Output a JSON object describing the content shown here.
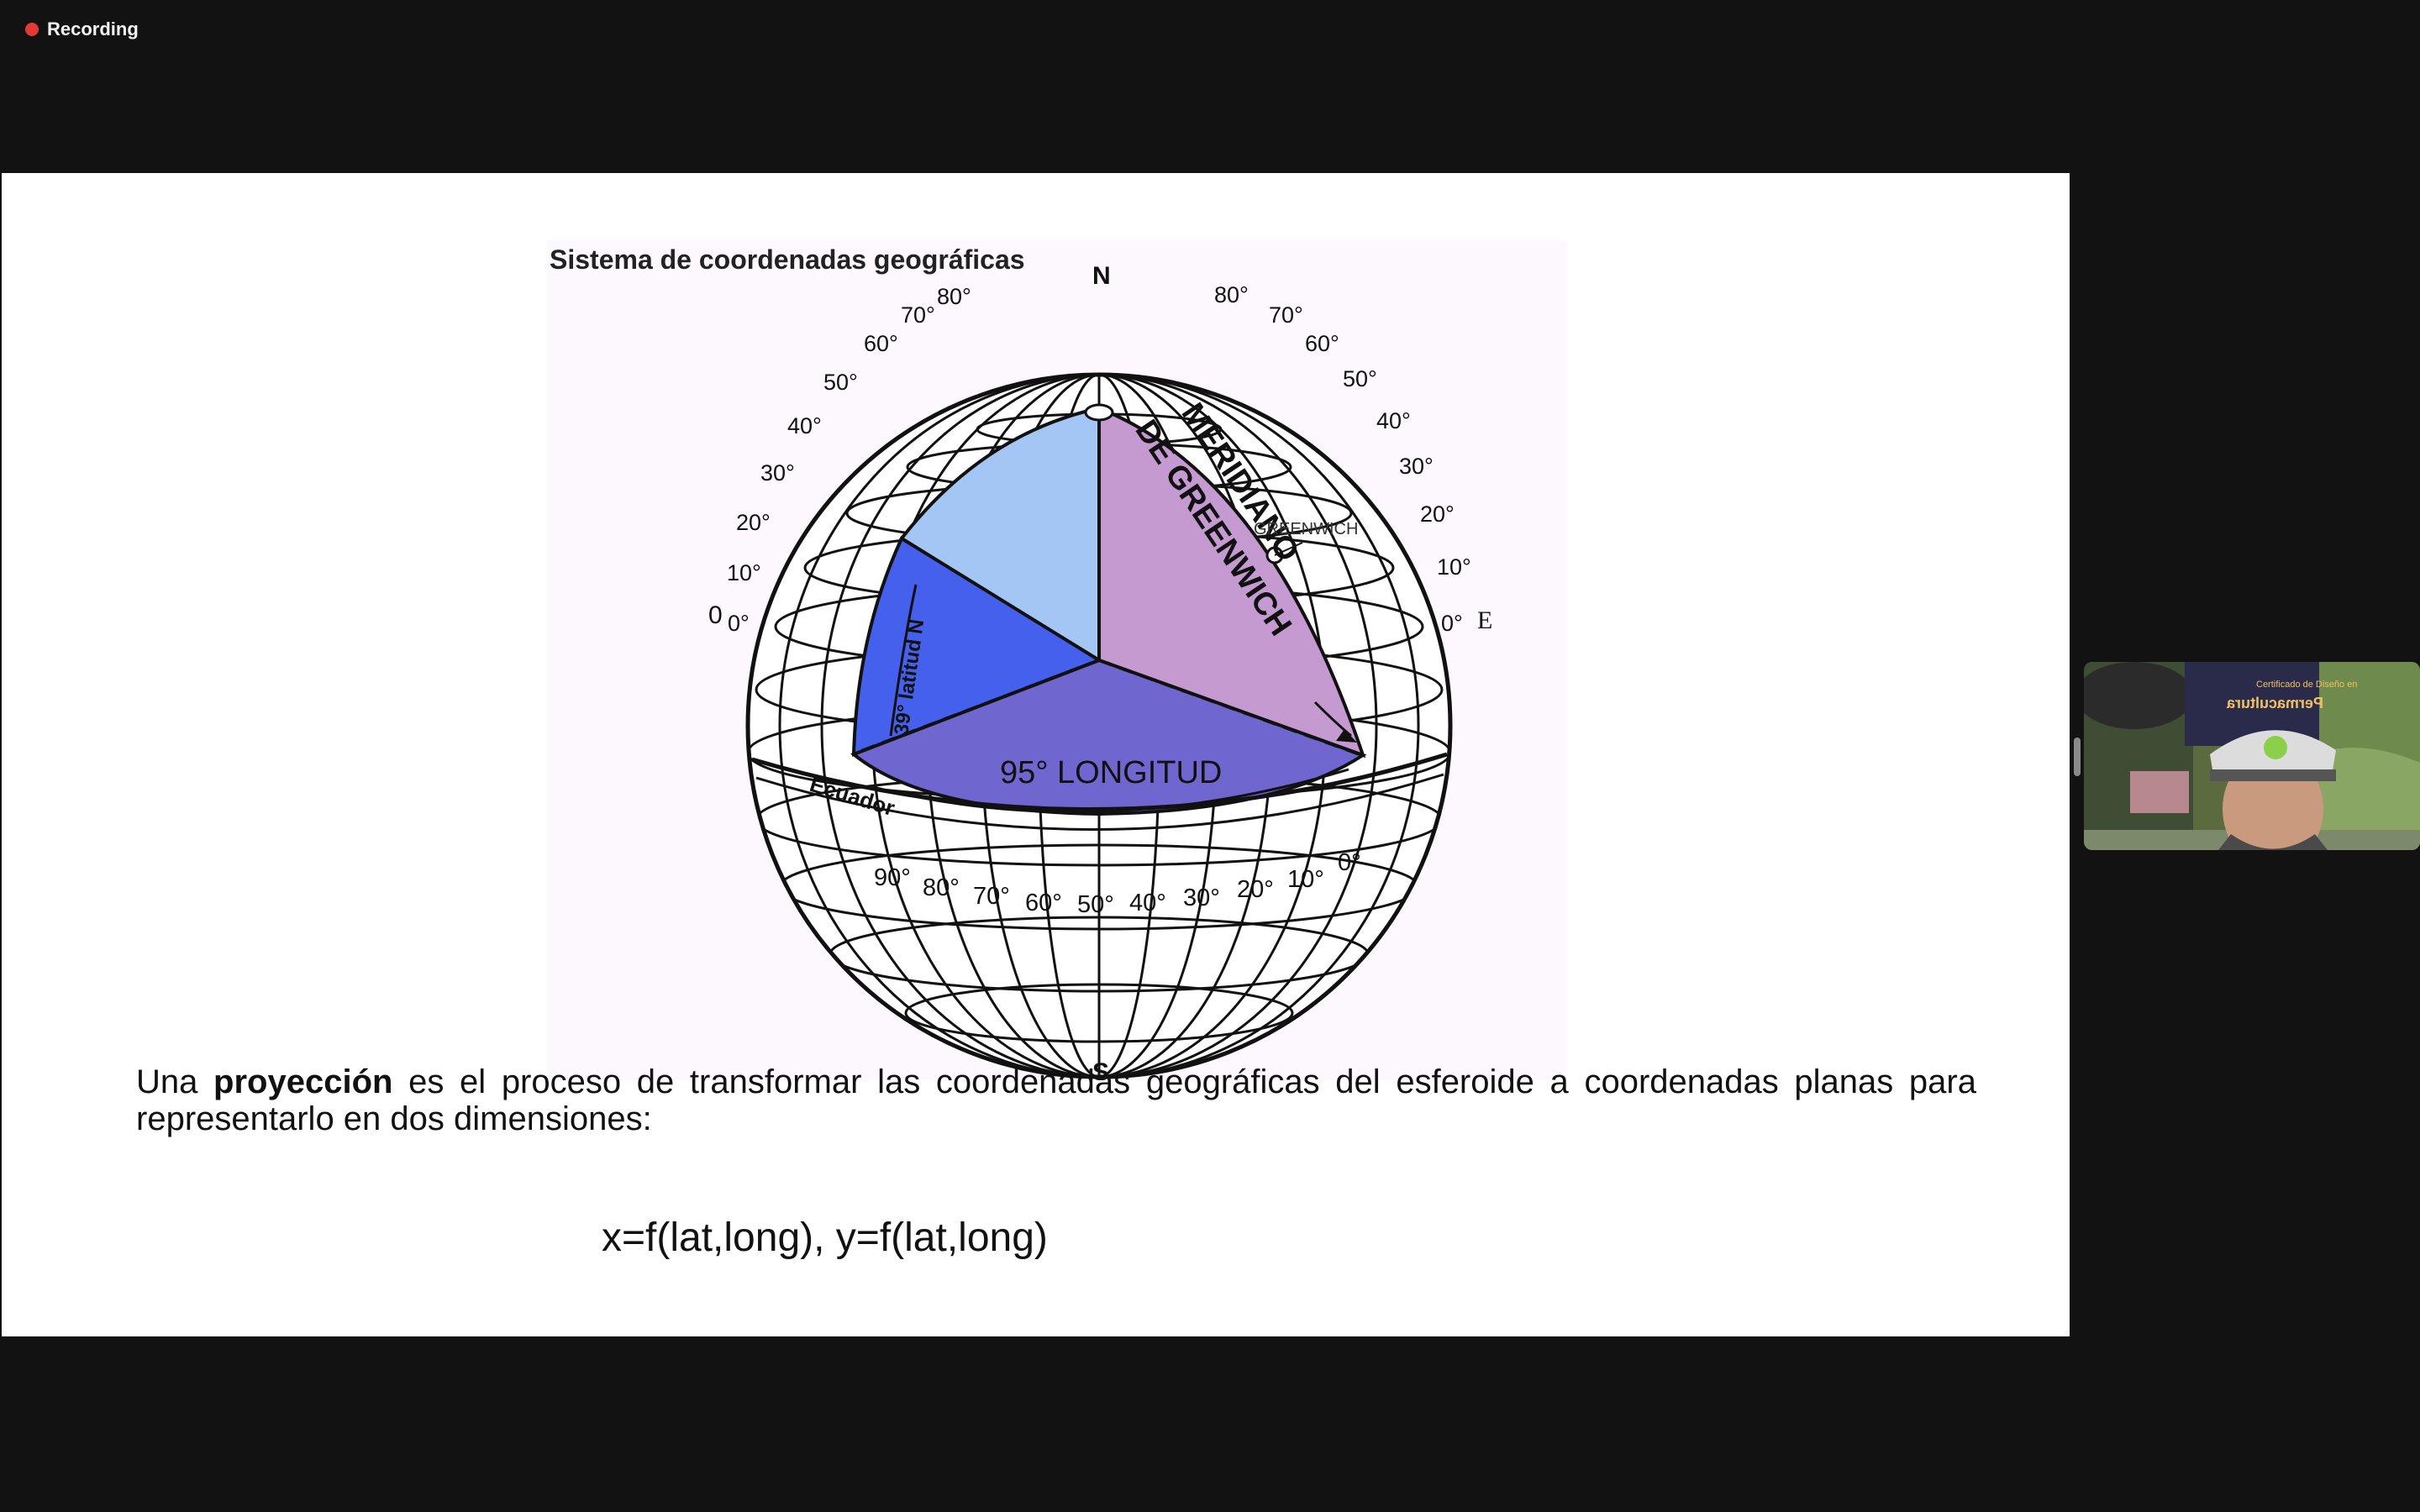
{
  "recording": {
    "label": "Recording",
    "dot_color": "#e53935"
  },
  "slide": {
    "figure": {
      "title": "Sistema de coordenadas geográficas",
      "north": "N",
      "south": "S",
      "east": "E",
      "west_zero": "0",
      "meridian_label_line1": "MERIDIANO",
      "meridian_label_line2": "DE GREENWICH",
      "greenwich_label": "GREENWICH",
      "latitude_label": "39° latitud N",
      "longitude_label": "95° LONGITUD",
      "equator_label": "Ecuador",
      "left_lat_ticks": [
        "80°",
        "70°",
        "60°",
        "50°",
        "40°",
        "30°",
        "20°",
        "10°",
        "0°"
      ],
      "right_lat_ticks": [
        "80°",
        "70°",
        "60°",
        "50°",
        "40°",
        "30°",
        "20°",
        "10°",
        "0°"
      ],
      "longitude_ticks": [
        "90°",
        "80°",
        "70°",
        "60°",
        "50°",
        "40°",
        "30°",
        "20°",
        "10°",
        "0°"
      ],
      "colors": {
        "north_light": "#a4c6f5",
        "latitude_wedge": "#4560ec",
        "greenwich_wedge": "#c49ad0",
        "equator_wedge": "#7066d0"
      }
    },
    "paragraph": {
      "prefix": "Una ",
      "bold": "proyección",
      "suffix": " es el proceso de transformar las coordenadas geográficas del esferoide a coordenadas planas para representarlo en dos dimensiones:"
    },
    "formula": "x=f(lat,long), y=f(lat,long)"
  },
  "video_tile": {
    "banner_line1": "Certificado de Diseño en",
    "banner_line2": "Permacultura"
  }
}
